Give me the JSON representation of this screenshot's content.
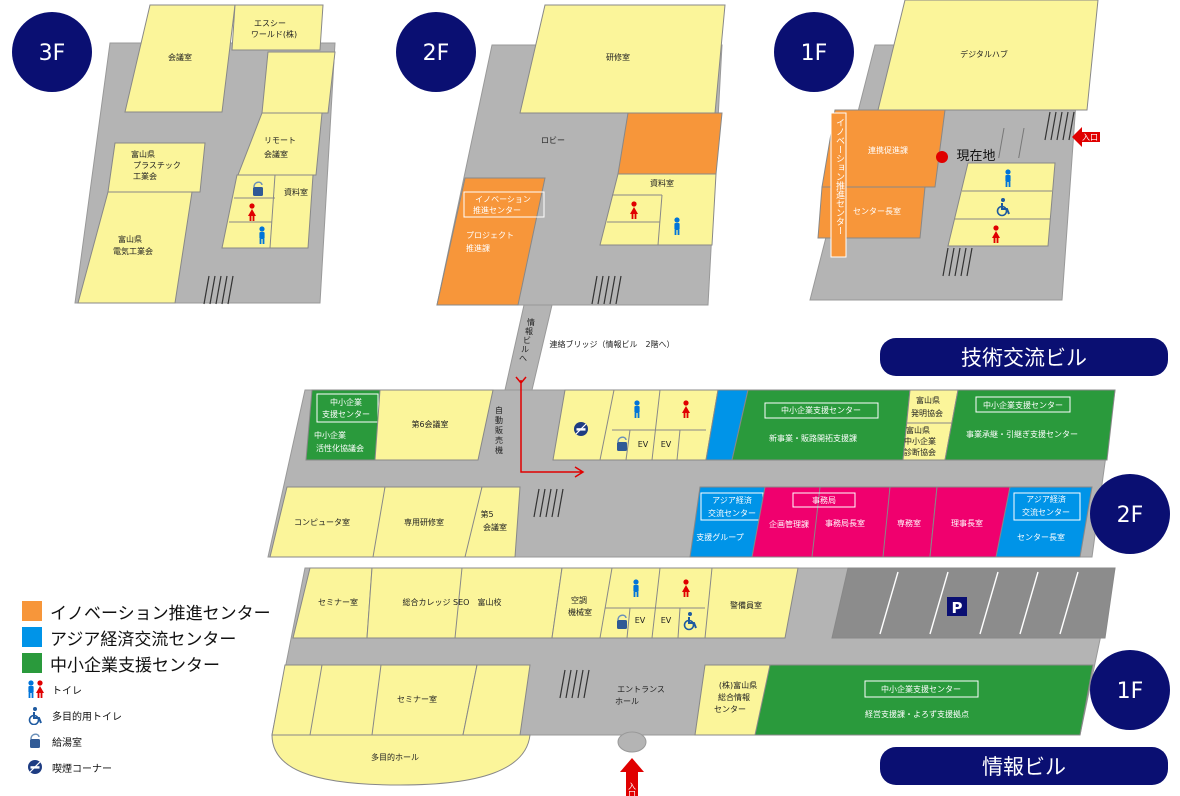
{
  "colors": {
    "yellow": "#fbf59a",
    "orange": "#f7963a",
    "blue": "#0094e8",
    "green": "#2a9a3c",
    "pink": "#f0006e",
    "gray": "#b4b4b4",
    "dark_gray": "#8c8c8c",
    "navy": "#0a0f72",
    "red": "#e00000"
  },
  "floor_badges": {
    "tech_3f": "3F",
    "tech_2f": "2F",
    "tech_1f": "1F",
    "info_2f": "2F",
    "info_1f": "1F"
  },
  "building_names": {
    "tech": "技術交流ビル",
    "info": "情報ビル"
  },
  "tech3f": {
    "rooms": {
      "meeting": "会議室",
      "esc_world": [
        "エスシー",
        "ワールド(株)"
      ],
      "plastic": [
        "富山県",
        "プラスチック",
        "工業会"
      ],
      "remote": [
        "リモート",
        "会議室"
      ],
      "materials": "資料室",
      "denki": [
        "富山県",
        "電気工業会"
      ]
    }
  },
  "tech2f": {
    "rooms": {
      "training": "研修室",
      "lobby": "ロビー",
      "materials": "資料室",
      "innovation_box": [
        "イノベーション",
        "推進センター"
      ],
      "project": [
        "プロジェクト",
        "推進課"
      ]
    },
    "bridge_vertical": [
      "情",
      "報",
      "ビ",
      "ル",
      "へ"
    ],
    "bridge_note": "連絡ブリッジ（情報ビル　2階へ）"
  },
  "tech1f": {
    "rooms": {
      "digital_hub": "デジタルハブ",
      "promotion": "連携促進課",
      "director": "センター長室",
      "vertical_sign": "イノベーション推進センター"
    },
    "current_location": "現在地",
    "entrance": "入口"
  },
  "info2f": {
    "rooms": {
      "sme_act_box": [
        "中小企業",
        "支援センター"
      ],
      "sme_act": [
        "中小企業",
        "活性化協議会"
      ],
      "meeting6": "第6会議室",
      "vending": [
        "自",
        "動",
        "販",
        "売",
        "機"
      ],
      "ev": "EV",
      "sme_new_box": "中小企業支援センター",
      "sme_new": "新事業・販路開拓支援課",
      "invent": [
        "富山県",
        "発明協会"
      ],
      "diagnosis": [
        "富山県",
        "中小企業",
        "診断協会"
      ],
      "sme_succ_box": "中小企業支援センター",
      "succession": "事業承継・引継ぎ支援センター",
      "computer": "コンピュータ室",
      "special_training": "専用研修室",
      "meeting5": [
        "第5",
        "会議室"
      ],
      "asia_box": [
        "アジア経済",
        "交流センター"
      ],
      "support_group": "支援グループ",
      "secretariat_box": "事務局",
      "planning": "企画管理課",
      "secretary_gm": "事務局長室",
      "executive": "専務室",
      "chairman": "理事長室",
      "asia_box2": [
        "アジア経済",
        "交流センター"
      ],
      "director": "センター長室"
    }
  },
  "info1f": {
    "rooms": {
      "seminar_top": "セミナー室",
      "college": "総合カレッジ SEO　富山校",
      "control": [
        "空調",
        "機械室"
      ],
      "ev": "EV",
      "guard": "警備員室",
      "parking": "P",
      "seminar_bottom": "セミナー室",
      "entrance_hall": [
        "エントランス",
        "ホール"
      ],
      "info_center": [
        "(株)富山県",
        "総合情報",
        "センター"
      ],
      "sme_mgmt_box": "中小企業支援センター",
      "management": "経営支援課・よろず支援拠点",
      "multi_hall": "多目的ホール"
    },
    "entrance": "入口"
  },
  "legend": {
    "innovation": "イノベーション推進センター",
    "asia": "アジア経済交流センター",
    "sme": "中小企業支援センター",
    "toilet": "トイレ",
    "multi_toilet": "多目的用トイレ",
    "kitchen": "給湯室",
    "smoking": "喫煙コーナー"
  }
}
